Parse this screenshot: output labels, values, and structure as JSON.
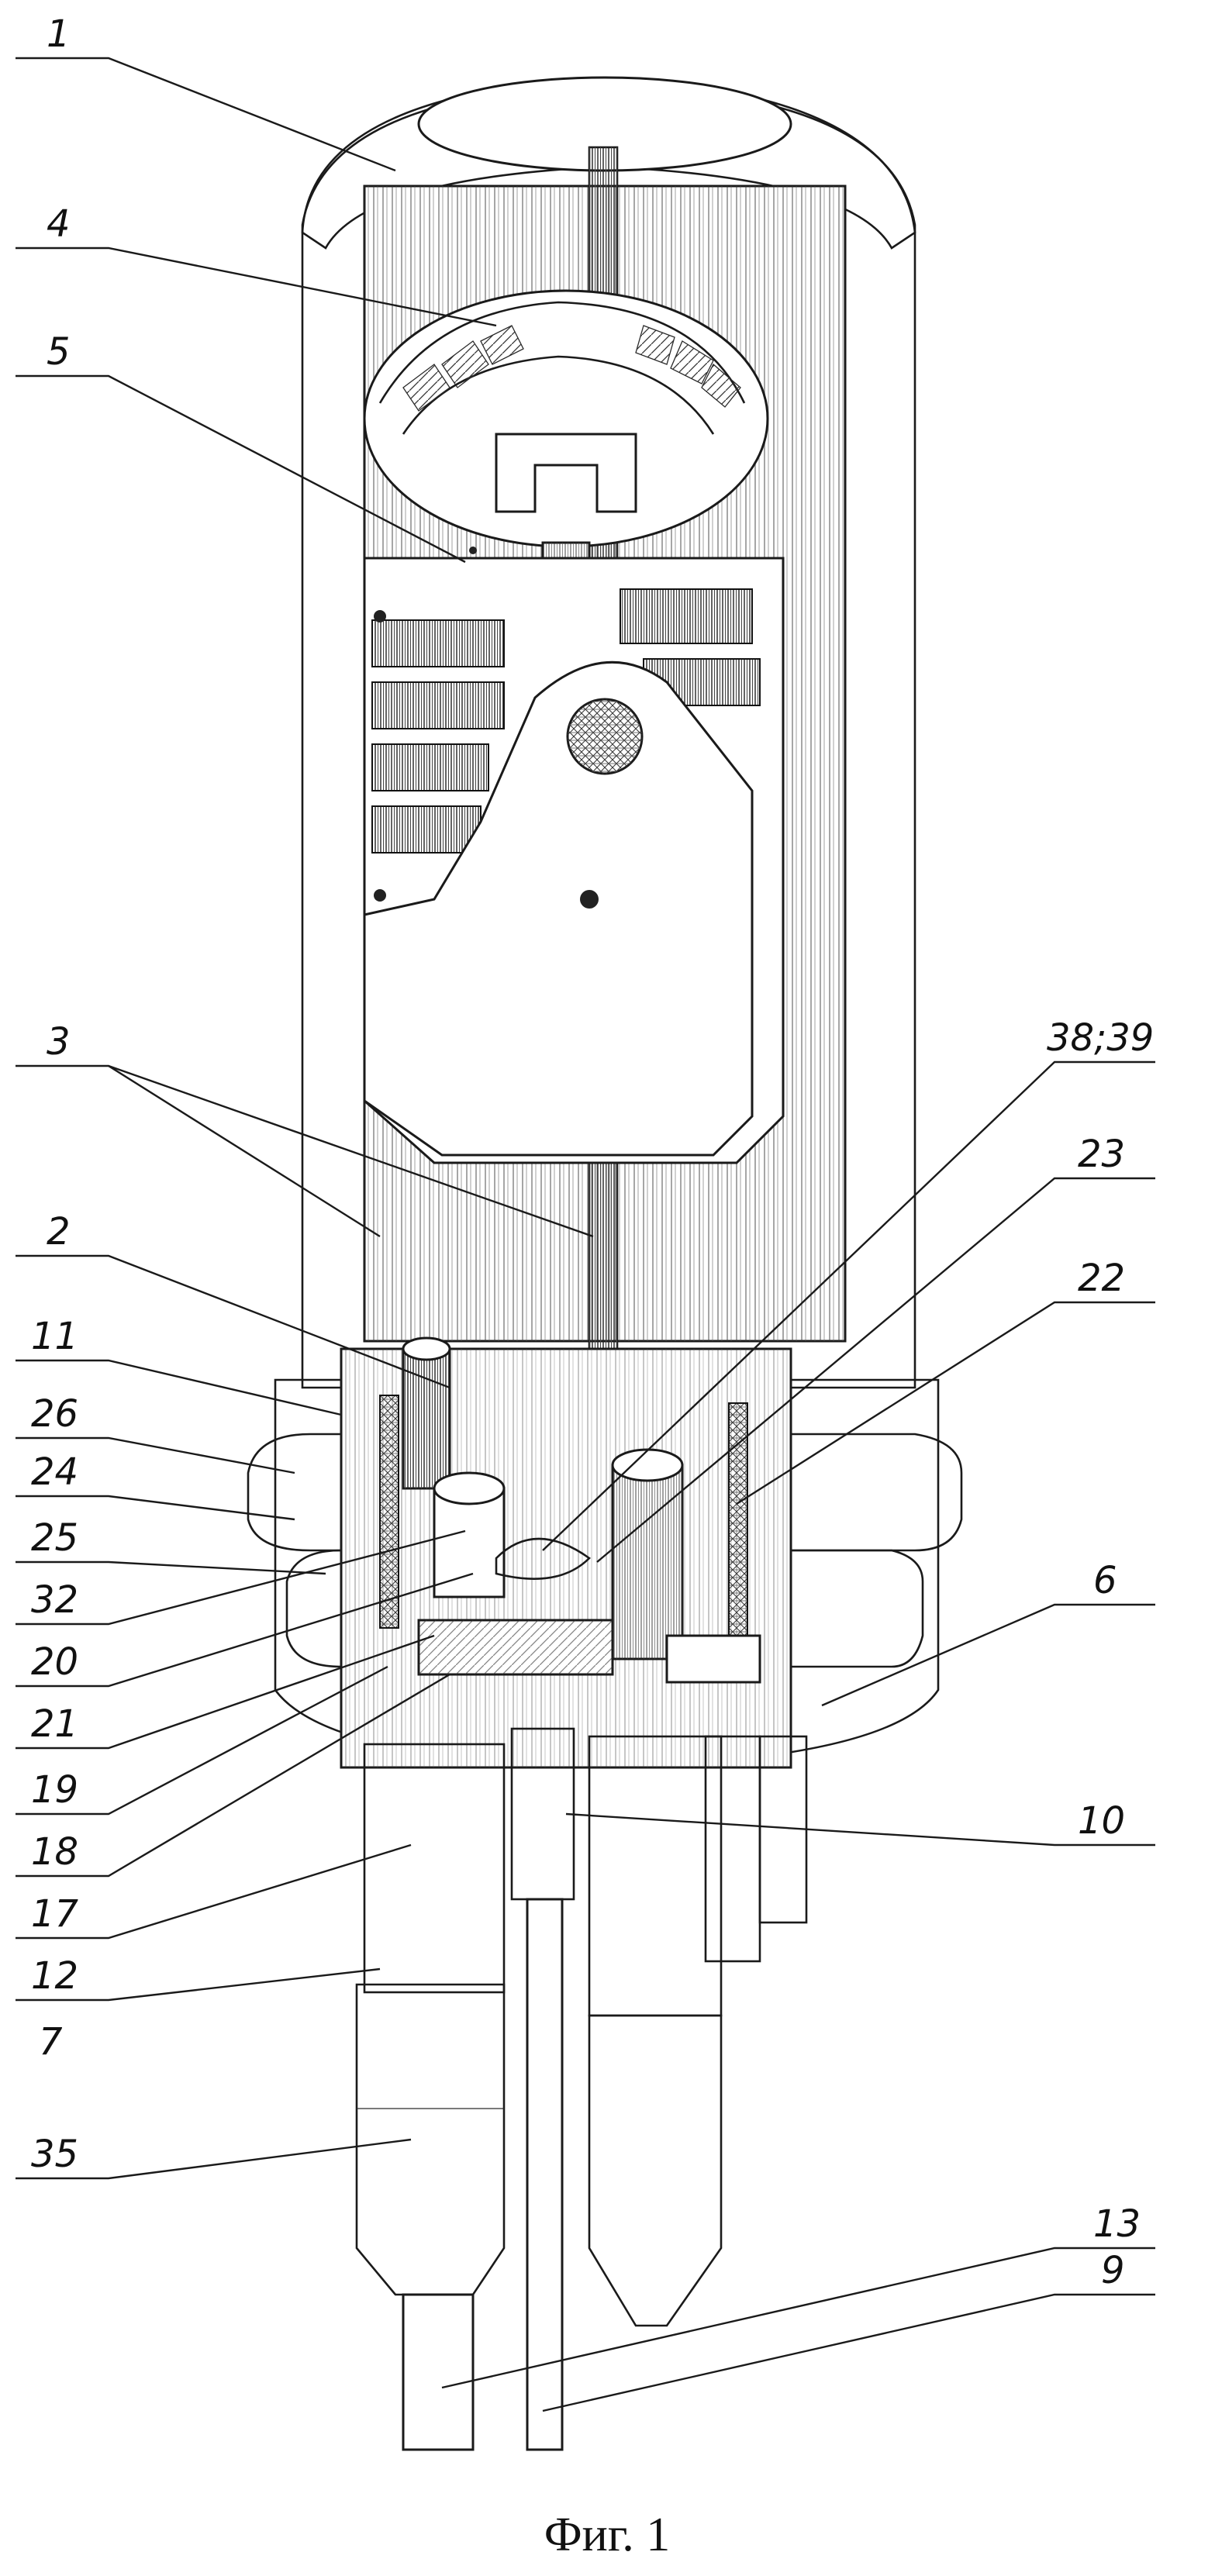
{
  "figure": {
    "caption": "Фиг. 1"
  },
  "labels": {
    "l1": "1",
    "l4": "4",
    "l5": "5",
    "l3": "3",
    "l2": "2",
    "l11": "11",
    "l26": "26",
    "l24": "24",
    "l25": "25",
    "l32": "32",
    "l20": "20",
    "l21": "21",
    "l19": "19",
    "l18": "18",
    "l17": "17",
    "l12": "12",
    "l7": "7",
    "l35": "35",
    "l3839": "38;39",
    "l23": "23",
    "l22": "22",
    "l6": "6",
    "l10": "10",
    "l13": "13",
    "l9": "9"
  }
}
